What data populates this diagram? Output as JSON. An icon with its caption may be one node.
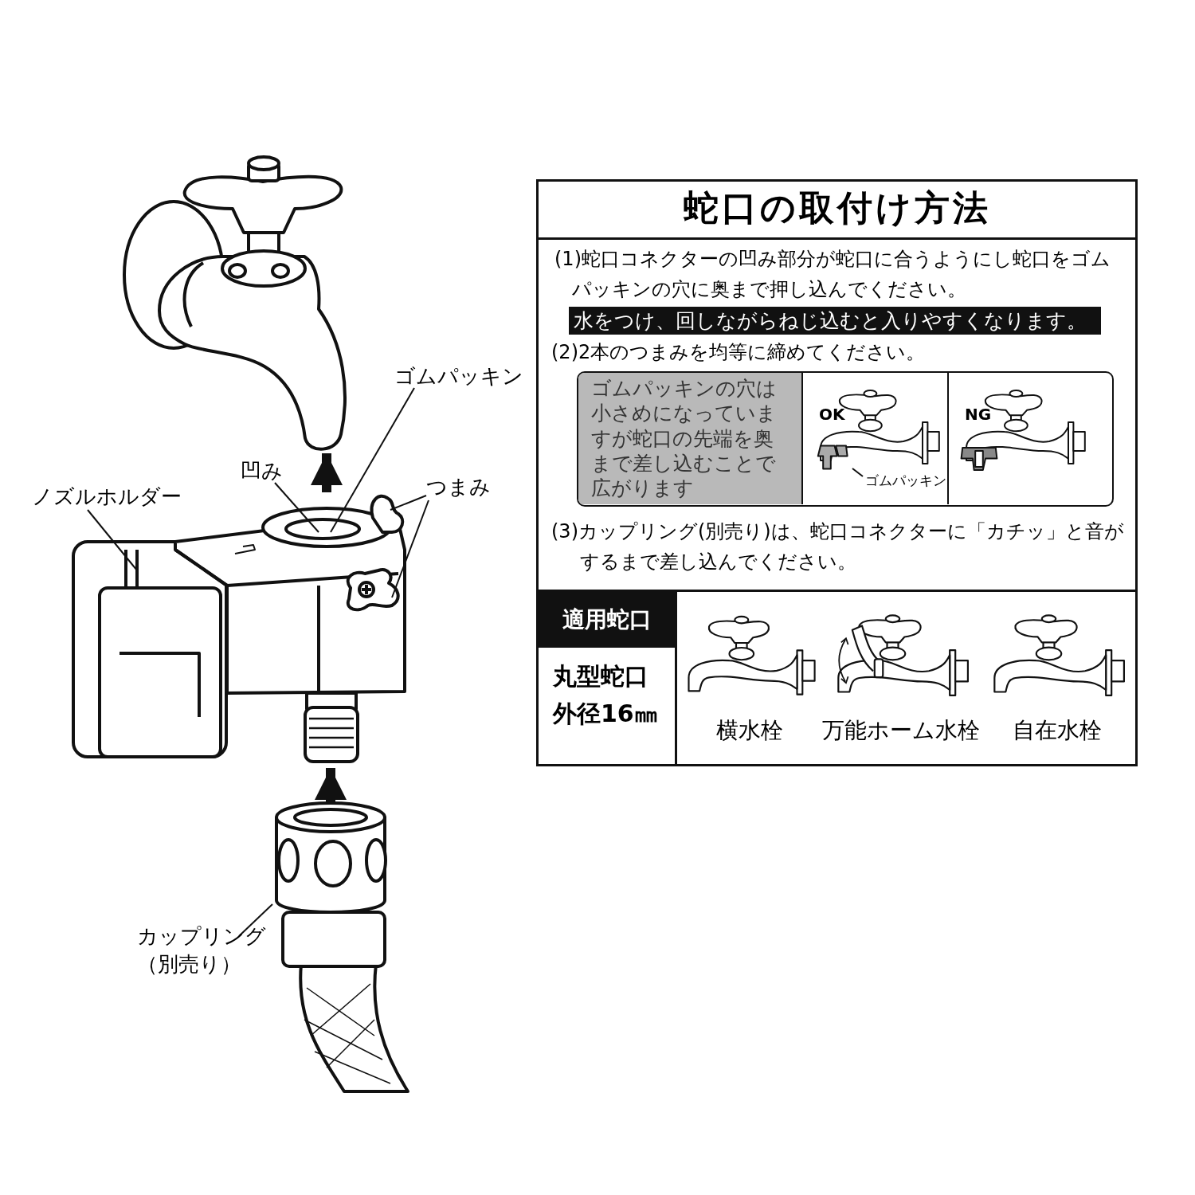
{
  "diagram": {
    "nodes": [
      {
        "text": [
          "蛇口の取付け方法",
          "(1)蛇口コネクターの凹み部分が蛇口に合うようにし蛇口をゴムパッキンの穴に奥まで押し込んでください。",
          "水をつけ、回しながらねじ込むと入りやすくなります。",
          "(2)2本のつまみを均等に締めてください。",
          "(3)カップリング(別売り)は、蛇口コネクターに「カチッ」と音がするまで差し込んでください。"
        ]
      },
      {
        "text": [
          "ゴムパッキンの穴は小さめになっていますが蛇口の先端を奥まで差し込むことで広がります"
        ],
        "in": 0
      },
      {
        "text": [
          "OK"
        ],
        "in": 0
      },
      {
        "text": [
          "ゴムパッキン"
        ],
        "in": 2
      },
      {
        "text": [
          "NG"
        ],
        "in": 0
      },
      {
        "text": [
          "適用蛇口"
        ],
        "in": 0
      },
      {
        "text": [
          "丸型蛇口外径16㎜"
        ],
        "in": 0
      },
      {
        "text": [
          "横水栓"
        ],
        "in": 0
      },
      {
        "text": [
          "万能ホーム水栓"
        ],
        "in": 0
      },
      {
        "text": [
          "自在水栓"
        ],
        "in": 0
      },
      {
        "text": [],
        "shape": "picture"
      },
      {
        "text": [],
        "shape": "picture"
      },
      {
        "text": [],
        "shape": "picture"
      },
      {
        "text": [
          "ゴムパッキン"
        ]
      },
      {
        "text": [
          "凹み"
        ]
      },
      {
        "text": [
          "つまみ"
        ]
      },
      {
        "text": [
          "ノズルホルダー"
        ]
      },
      {
        "text": [
          "カップリング（別売り）"
        ]
      }
    ],
    "edges": [
      {
        "from": 11,
        "to": 10,
        "arrow": "to",
        "style": "thick"
      },
      {
        "from": 12,
        "to": 11,
        "arrow": "to",
        "style": "thick"
      },
      {
        "from": 13,
        "to": 11,
        "arrow": "none"
      },
      {
        "from": 14,
        "to": 11,
        "arrow": "none"
      },
      {
        "from": 15,
        "to": 11,
        "arrow": "none"
      },
      {
        "from": 15,
        "to": 11,
        "arrow": "none"
      },
      {
        "from": 16,
        "to": 11,
        "arrow": "none"
      },
      {
        "from": 17,
        "to": 12,
        "arrow": "none"
      },
      {
        "from": 3,
        "to": null,
        "arrow": "none"
      }
    ]
  }
}
